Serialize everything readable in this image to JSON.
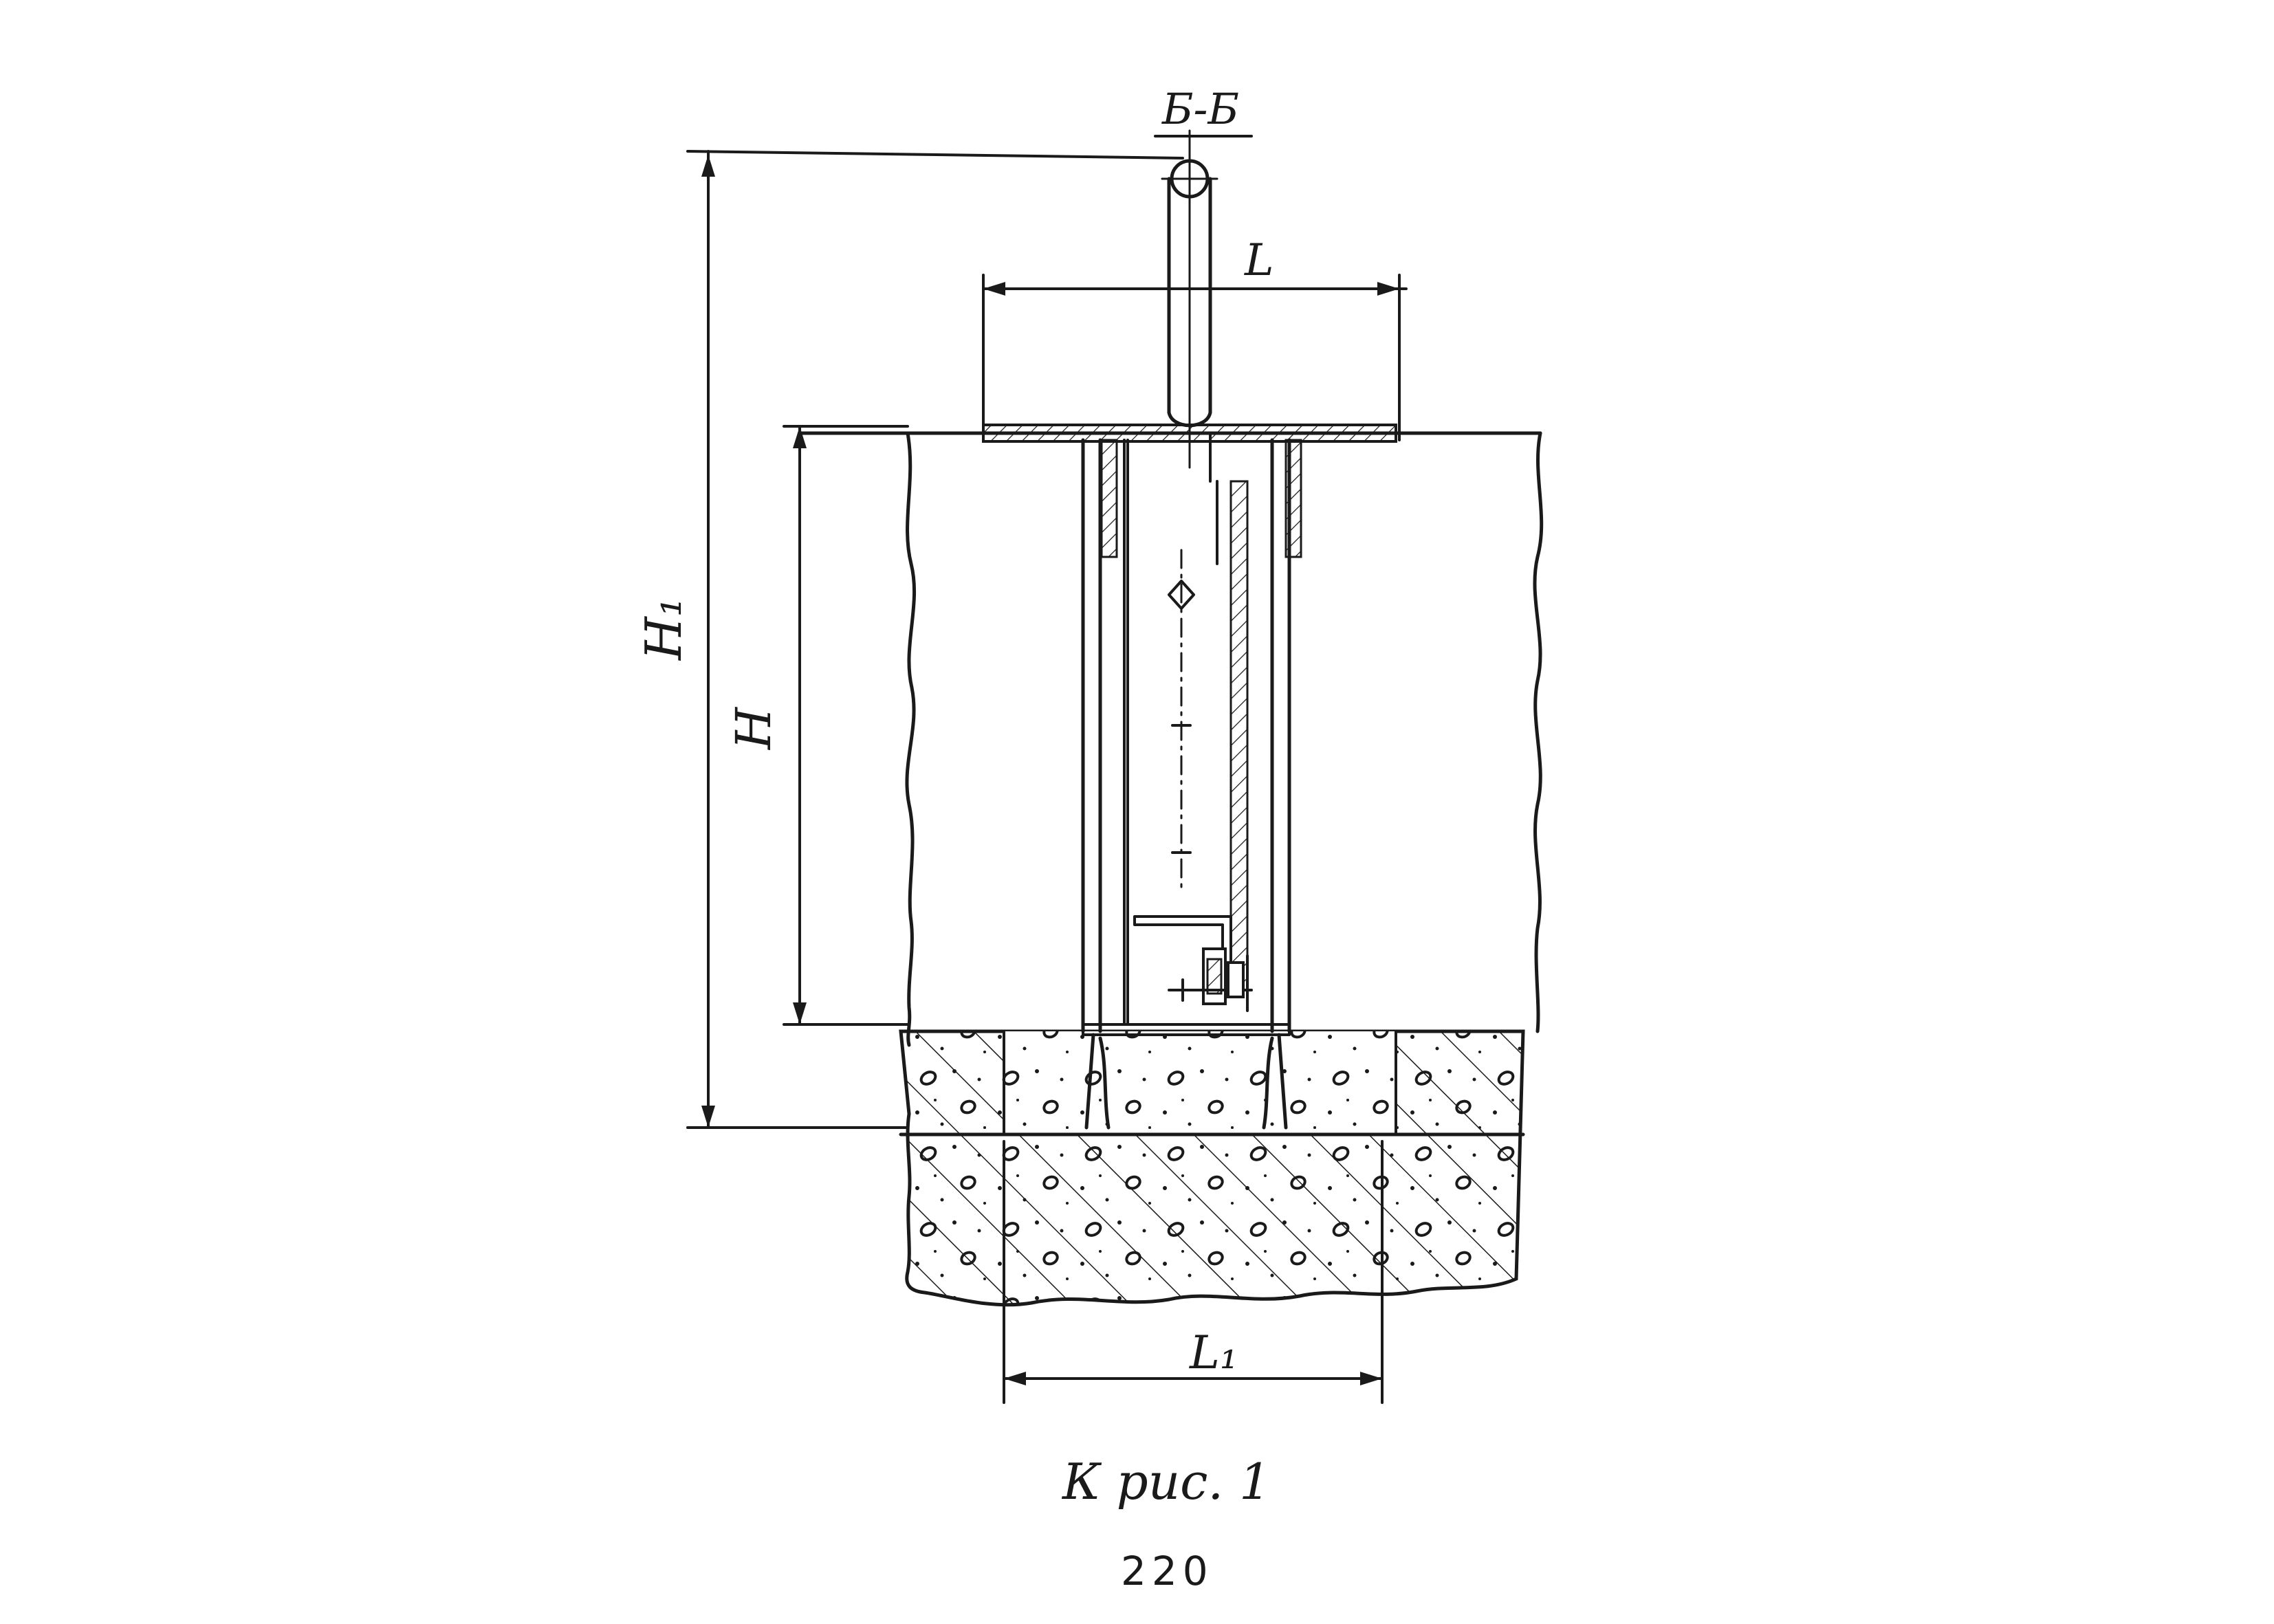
{
  "drawing": {
    "section_label": "Б-Б",
    "dim_L": "L",
    "dim_H": "H",
    "dim_H1": "H₁",
    "dim_L1": "L₁",
    "caption": "К рис. 1",
    "page_number": "220"
  },
  "colors": {
    "ink": "#1a1a1a",
    "paper": "#ffffff"
  }
}
